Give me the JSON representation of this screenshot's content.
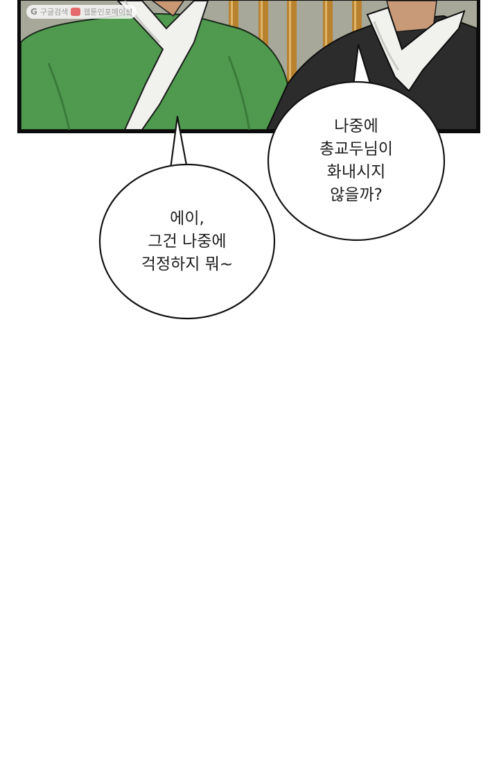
{
  "watermark": {
    "g_letter": "G",
    "left_text": "구글검색",
    "right_text": "웹툰인포메이션"
  },
  "panel": {
    "border_color": "#0b0b0b",
    "wall_color": "#a8a89b",
    "green_robe_color": "#4f9a4f",
    "dark_robe_color": "#2c2c2c",
    "collar_color": "#f1f2ee"
  },
  "bubbles": {
    "dark_robe_speech": "나중에\n총교두님이\n화내시지\n않을까?",
    "green_robe_speech": "에이,\n그건 나중에\n걱정하지 뭐~"
  }
}
